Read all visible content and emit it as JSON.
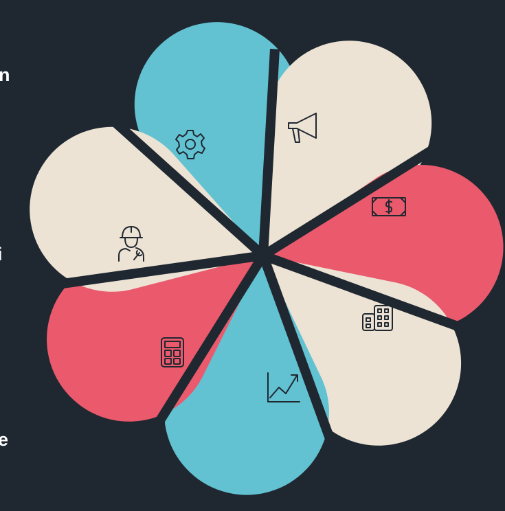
{
  "edge_text": [
    "n",
    "i",
    "e"
  ],
  "petals": [
    {
      "name": "petal-settings",
      "color": "#62c2d2",
      "icon": "gear-icon"
    },
    {
      "name": "petal-marketing",
      "color": "#ece3d4",
      "icon": "megaphone-icon"
    },
    {
      "name": "petal-finance",
      "color": "#ea5a6c",
      "icon": "money-icon"
    },
    {
      "name": "petal-buildings",
      "color": "#ece3d4",
      "icon": "building-icon"
    },
    {
      "name": "petal-growth",
      "color": "#62c2d2",
      "icon": "chart-growth-icon"
    },
    {
      "name": "petal-accounting",
      "color": "#ea5a6c",
      "icon": "calculator-icon"
    },
    {
      "name": "petal-worker",
      "color": "#ece3d4",
      "icon": "engineer-icon"
    }
  ],
  "colors": {
    "background": "#1f2730",
    "icon_stroke": "#1f2730",
    "text": "#ffffff"
  }
}
